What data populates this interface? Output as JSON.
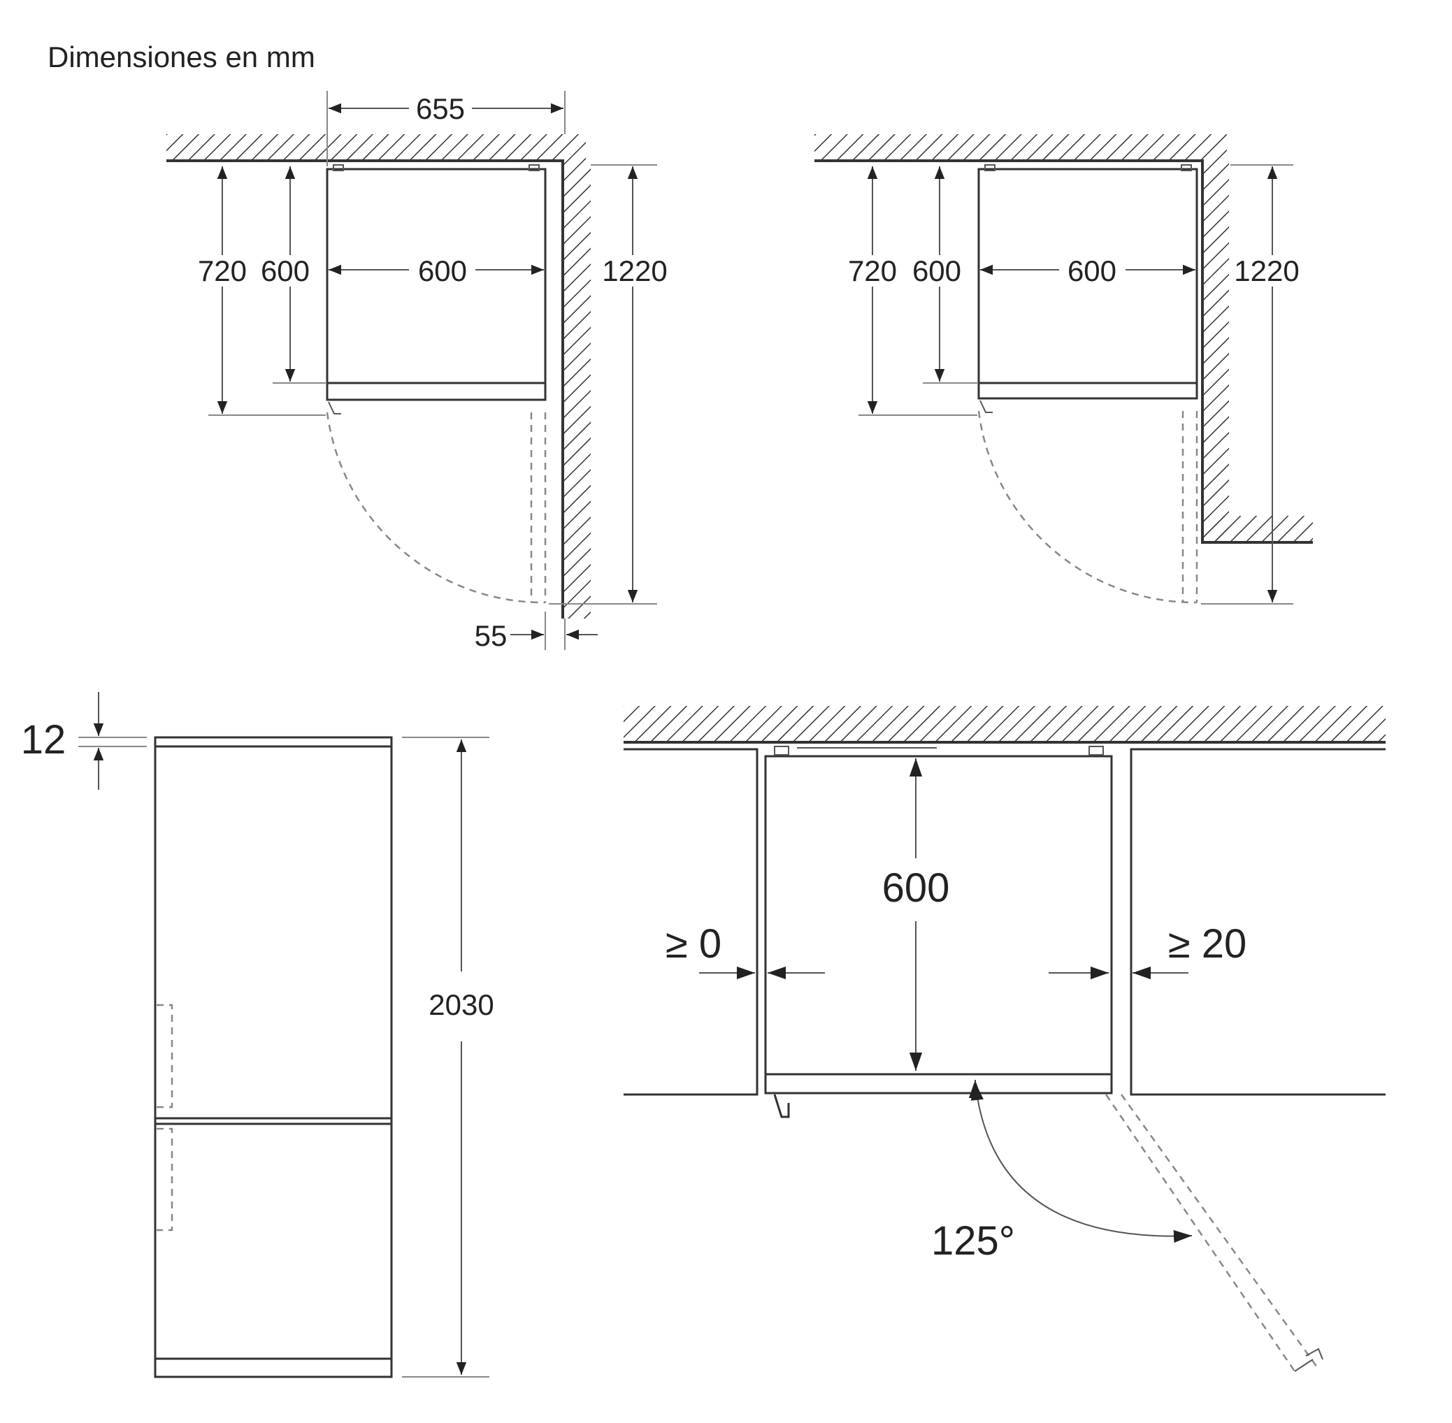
{
  "caption": "Dimensiones en mm",
  "top_left_plan": {
    "overall_width": "655",
    "depth_with_door": "720",
    "cabinet_depth": "600",
    "cabinet_width": "600",
    "depth_door_open": "1220",
    "wall_clearance": "55"
  },
  "top_right_plan": {
    "depth_with_door": "720",
    "cabinet_depth": "600",
    "cabinet_width": "600",
    "depth_door_open": "1220"
  },
  "front_view": {
    "top_gap": "12",
    "total_height": "2030"
  },
  "niche_plan": {
    "cabinet_depth": "600",
    "left_gap": "≥ 0",
    "right_gap": "≥ 20",
    "door_angle": "125°"
  },
  "colors": {
    "line": "#333333",
    "text": "#222222",
    "background": "#ffffff"
  }
}
